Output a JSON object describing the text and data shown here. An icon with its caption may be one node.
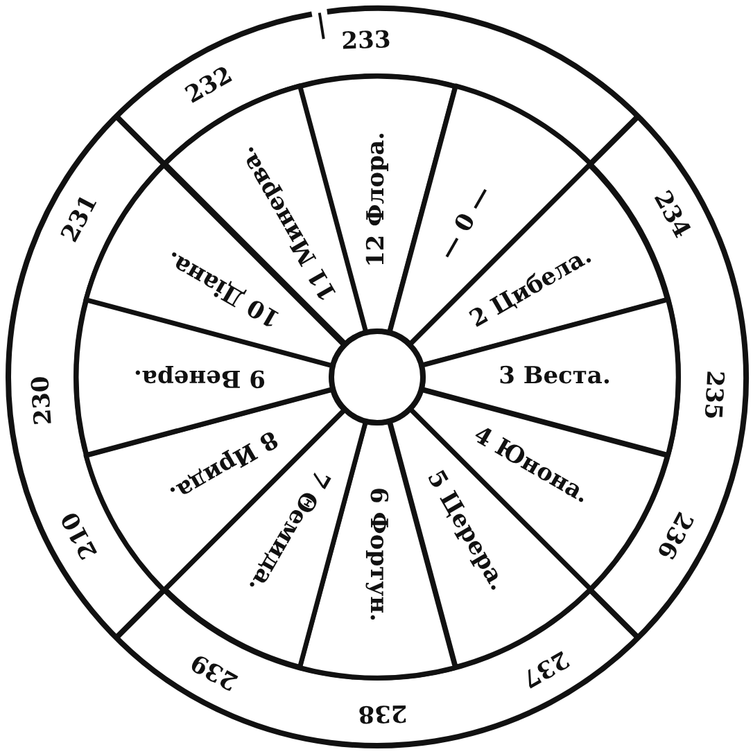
{
  "diagram": {
    "nodes": [
      {
        "text": [
          "12 Флора."
        ]
      },
      {
        "text": [
          "— 0 —"
        ]
      },
      {
        "text": [
          "2 Цибела."
        ]
      },
      {
        "text": [
          "3 Веста."
        ]
      },
      {
        "text": [
          "4 Юнона."
        ]
      },
      {
        "text": [
          "5 Церера."
        ]
      },
      {
        "text": [
          "6 Фортун."
        ]
      },
      {
        "text": [
          "7 Θемида."
        ]
      },
      {
        "text": [
          "8 Ирида."
        ]
      },
      {
        "text": [
          "9 Венера."
        ]
      },
      {
        "text": [
          "10 Діана."
        ]
      },
      {
        "text": [
          "11 Минерва."
        ]
      }
    ],
    "labels": [
      "233",
      "234",
      "235",
      "236",
      "237",
      "238",
      "239",
      "210",
      "230",
      "231",
      "232"
    ]
  }
}
